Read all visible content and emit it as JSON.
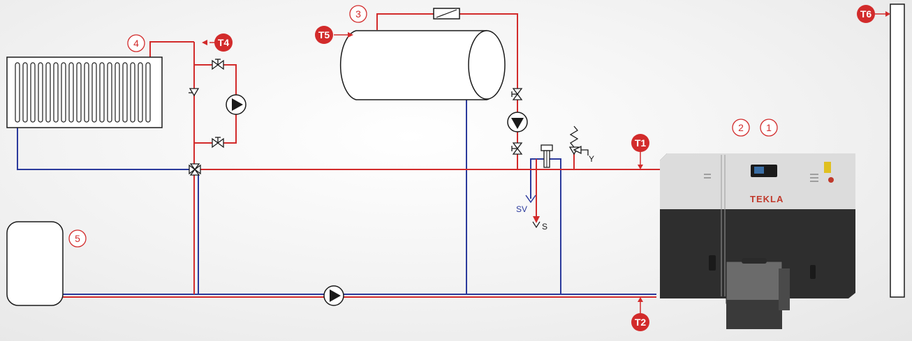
{
  "colors": {
    "supply": "#d22b2b",
    "return": "#2b3a9c",
    "outline": "#1a1a1a",
    "badge": "#d22b2b",
    "boiler_light": "#d9d9d9",
    "boiler_dark": "#2e2e2e"
  },
  "sensors": {
    "t1": "T1",
    "t2": "T2",
    "t4": "T4",
    "t5": "T5",
    "t6": "T6"
  },
  "components": {
    "n1": "1",
    "n2": "2",
    "n3": "3",
    "n4": "4",
    "n5": "5"
  },
  "labels": {
    "sv": "SV",
    "s": "S",
    "y": "Y"
  },
  "boiler": {
    "brand": "TEKLA"
  },
  "icons": {
    "pump": "pump-icon",
    "valve": "valve-icon",
    "mixing_valve": "mixing-valve-icon",
    "safety_valve": "safety-valve-icon",
    "check_valve": "check-valve-icon",
    "heat_exchanger": "heat-exchanger-icon"
  }
}
